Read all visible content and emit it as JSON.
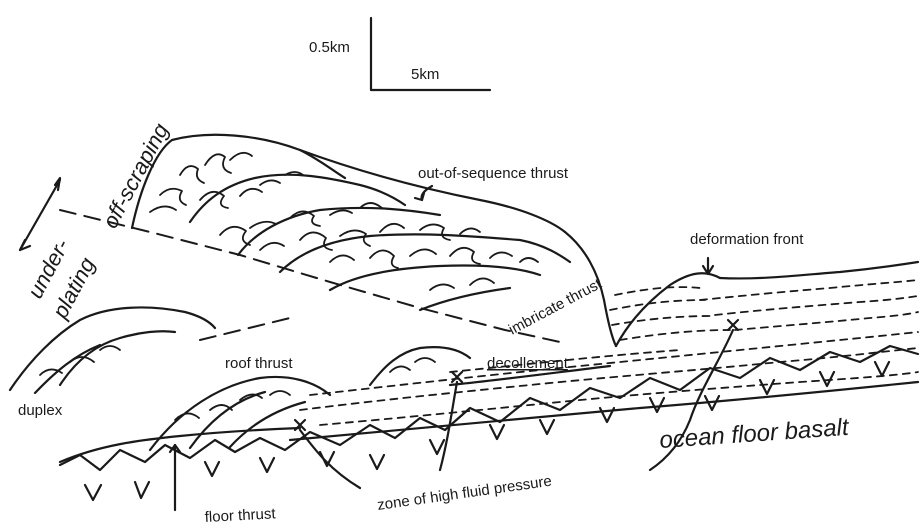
{
  "scale_bar": {
    "vertical": "0.5km",
    "horizontal": "5km"
  },
  "labels": {
    "off_scraping": "off-scraping",
    "under": "under-",
    "plating": "plating",
    "out_of_sequence_thrust": "out-of-sequence thrust",
    "deformation_front": "deformation front",
    "imbricate_thrust": "imbricate thrust",
    "roof_thrust": "roof thrust",
    "decollement": "decollement",
    "duplex": "duplex",
    "ocean_floor_basalt": "ocean floor basalt",
    "zone_high_fluid": "zone of high fluid pressure",
    "floor_thrust": "floor thrust"
  }
}
